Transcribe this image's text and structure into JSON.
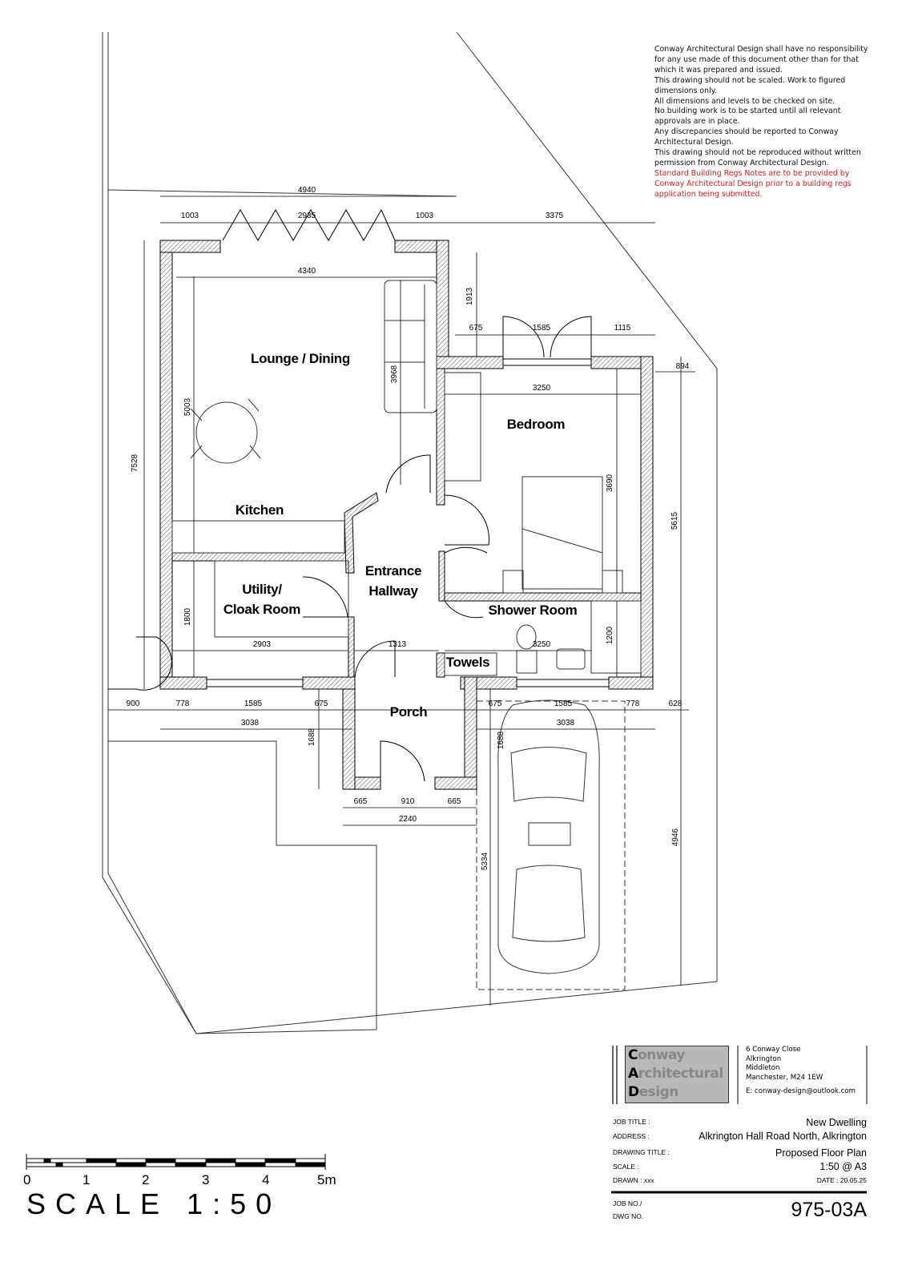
{
  "notes": {
    "lines": [
      "Conway Architectural Design shall have no responsibility for any use made of this document other than for that which it was prepared and issued.",
      "This drawing should not be scaled. Work to figured dimensions only.",
      "All dimensions and levels to be checked on site.",
      "No building work is to be started until all relevant approvals are in place.",
      "Any discrepancies should be reported to Conway Architectural Design.",
      "This drawing should not be reproduced without written permission from Conway Architectural Design."
    ],
    "warning": "Standard Building Regs Notes are to be provided by Conway Architectural Design prior to a building regs application being submitted.",
    "warning_color": "#d42020"
  },
  "rooms": {
    "lounge": "Lounge / Dining",
    "bedroom": "Bedroom",
    "kitchen": "Kitchen",
    "hall_1": "Entrance",
    "hall_2": "Hallway",
    "utility_1": "Utility/",
    "utility_2": "Cloak Room",
    "shower": "Shower Room",
    "towels": "Towels",
    "porch": "Porch"
  },
  "dims": [
    "4940",
    "1003",
    "2935",
    "1003",
    "3375",
    "4340",
    "1913",
    "675",
    "1585",
    "1115",
    "894",
    "3250",
    "3968",
    "5003",
    "7528",
    "3690",
    "5615",
    "1800",
    "1200",
    "2903",
    "1313",
    "3250",
    "900",
    "778",
    "1585",
    "675",
    "675",
    "1585",
    "778",
    "628",
    "3038",
    "3038",
    "1688",
    "1688",
    "665",
    "910",
    "665",
    "2240",
    "5334",
    "4946"
  ],
  "scale_bar": {
    "labels": [
      "0",
      "1",
      "2",
      "3",
      "4",
      "5m"
    ],
    "title": "SCALE 1:50"
  },
  "title_block": {
    "logo": {
      "l1_cap": "C",
      "l1": "onway",
      "l2_cap": "A",
      "l2": "rchitectural",
      "l3_cap": "D",
      "l3": "esign"
    },
    "address_lines": [
      "6 Conway Close",
      "Alkrington",
      "Middleton",
      "Manchester, M24 1EW"
    ],
    "email": "E:  conway-design@outlook.com",
    "job_title_label": "JOB TITLE :",
    "job_title": "New Dwelling",
    "address_label": "ADDRESS :",
    "address": "Alkrington Hall Road North, Alkrington",
    "drawing_title_label": "DRAWING TITLE :",
    "drawing_title": "Proposed Floor Plan",
    "scale_label": "SCALE :",
    "scale": "1:50 @ A3",
    "drawn": "DRAWN : xxx",
    "date": "DATE : 20.05.25",
    "job_no_label": "JOB NO./",
    "dwg_no_label": "DWG NO.",
    "dwg_no": "975-03A"
  }
}
